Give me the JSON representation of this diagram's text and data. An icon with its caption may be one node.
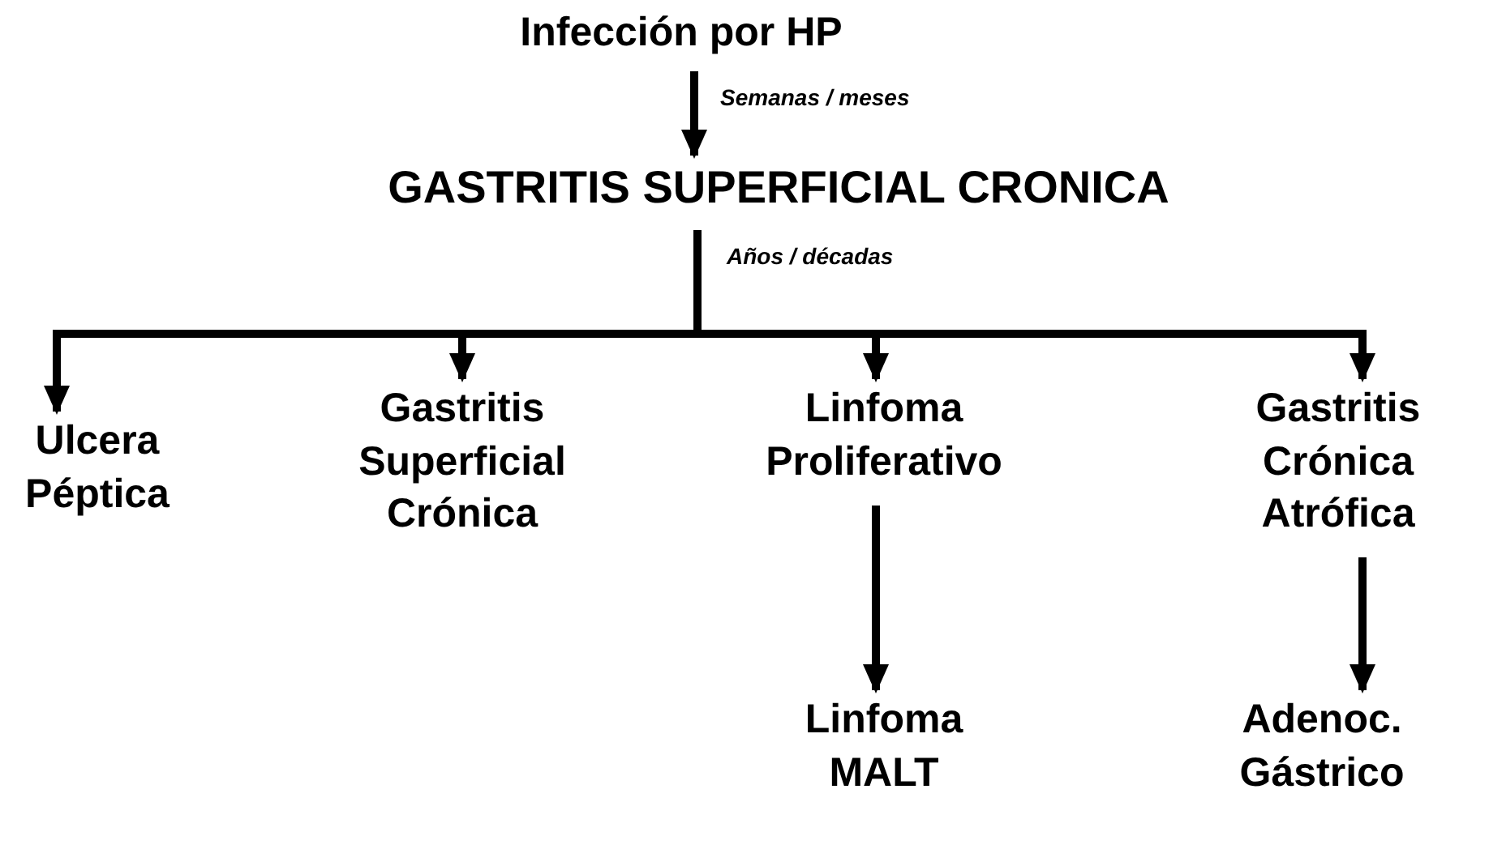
{
  "diagram": {
    "nodes": [
      {
        "text": [
          "Infección por HP"
        ]
      },
      {
        "text": [
          "GASTRITIS SUPERFICIAL CRONICA"
        ]
      },
      {
        "text": [
          "Ulcera Péptica"
        ]
      },
      {
        "text": [
          "Gastritis Superficial Crónica"
        ]
      },
      {
        "text": [
          "Linfoma Proliferativo"
        ]
      },
      {
        "text": [
          "Gastritis Crónica Atrófica"
        ]
      },
      {
        "text": [
          "Linfoma MALT"
        ]
      },
      {
        "text": [
          "Adenoc. Gástrico"
        ]
      }
    ],
    "edges": [
      {
        "from": 0,
        "to": 1,
        "arrow": "to",
        "label": "Semanas / meses"
      },
      {
        "from": 1,
        "to": 2,
        "arrow": "to",
        "label": "Años / décadas"
      },
      {
        "from": 1,
        "to": 3,
        "arrow": "to"
      },
      {
        "from": 1,
        "to": 4,
        "arrow": "to"
      },
      {
        "from": 1,
        "to": 5,
        "arrow": "to"
      },
      {
        "from": 4,
        "to": 6,
        "arrow": "to"
      },
      {
        "from": 5,
        "to": 7,
        "arrow": "to"
      }
    ]
  }
}
